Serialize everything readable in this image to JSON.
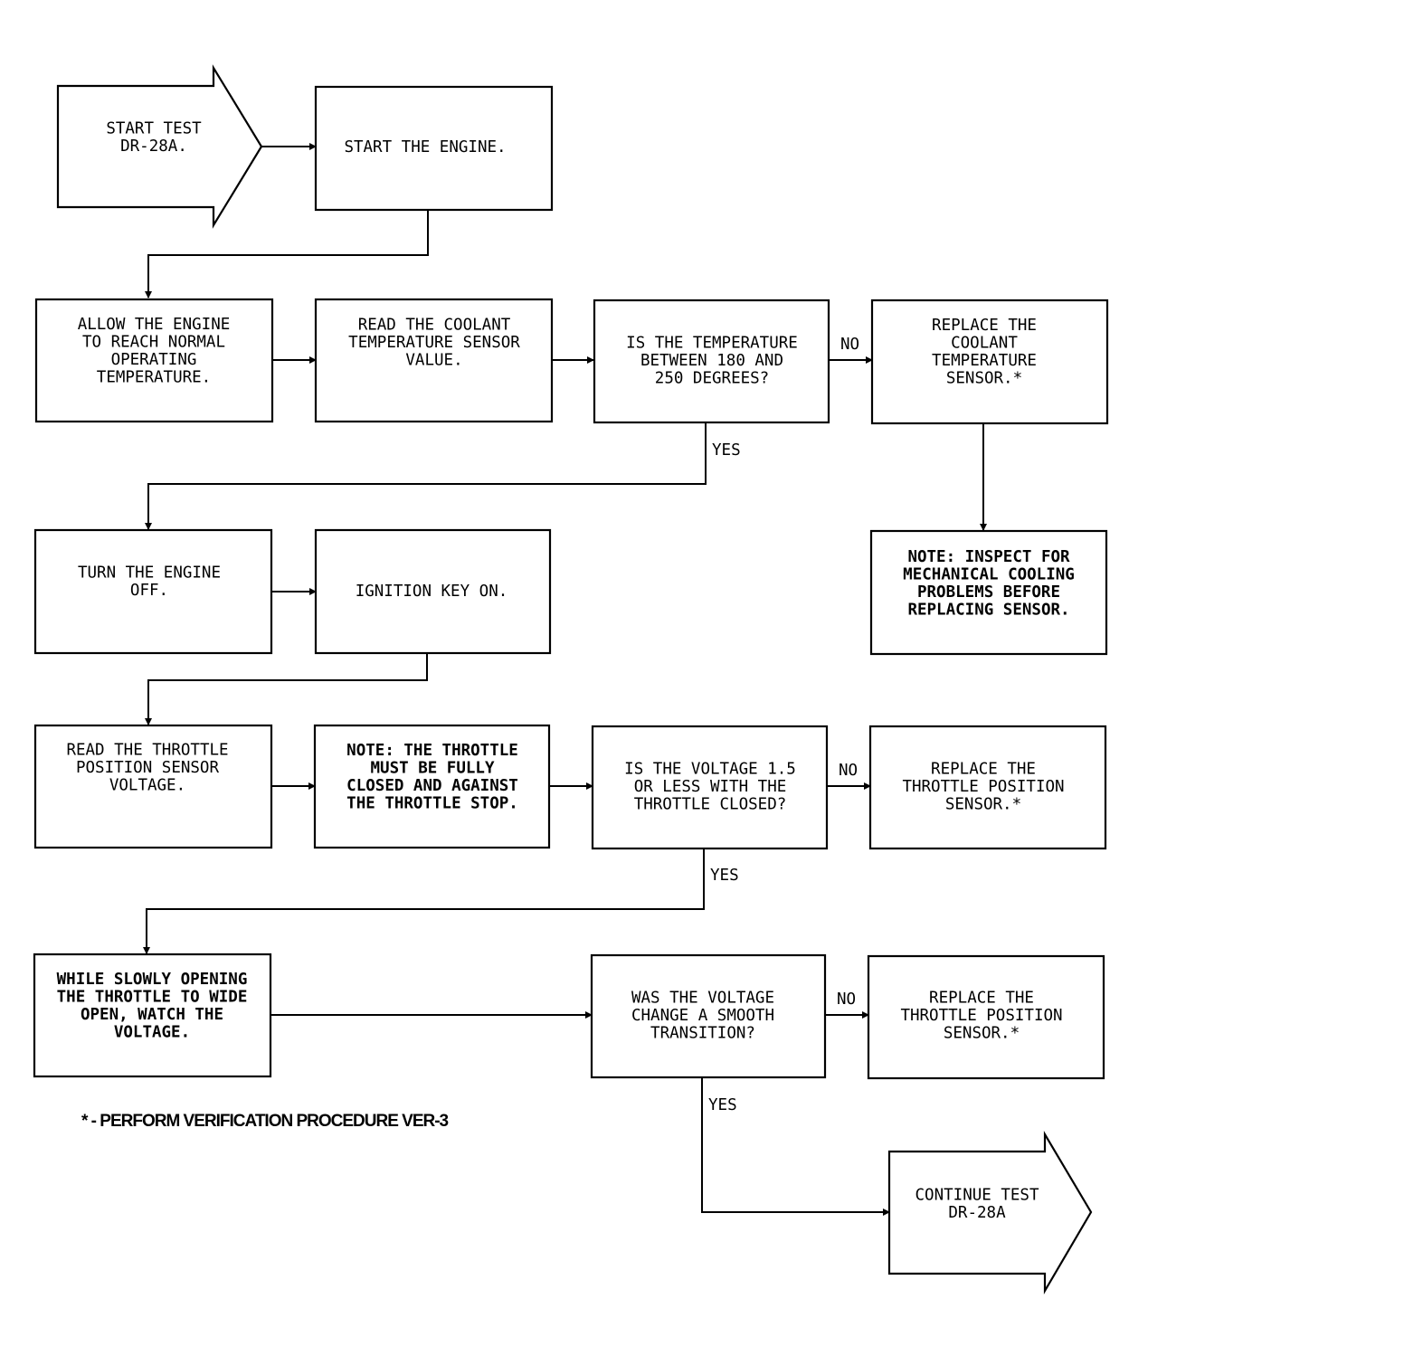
{
  "nodes": {
    "start": {
      "lines": [
        "START TEST",
        "DR-28A."
      ]
    },
    "start_engine": {
      "lines": [
        "START THE ENGINE."
      ]
    },
    "allow_engine": {
      "lines": [
        "ALLOW THE ENGINE",
        "TO REACH NORMAL",
        "OPERATING",
        "TEMPERATURE."
      ]
    },
    "read_coolant": {
      "lines": [
        "READ THE COOLANT",
        "TEMPERATURE SENSOR",
        "VALUE."
      ]
    },
    "is_temperature": {
      "lines": [
        "IS THE TEMPERATURE",
        "BETWEEN 180 AND",
        "250 DEGREES?"
      ]
    },
    "replace_coolant": {
      "lines": [
        "REPLACE THE",
        "COOLANT",
        "TEMPERATURE",
        "SENSOR.*"
      ]
    },
    "note_inspect": {
      "lines": [
        "NOTE: INSPECT FOR",
        "MECHANICAL COOLING",
        "PROBLEMS BEFORE",
        "REPLACING SENSOR."
      ]
    },
    "turn_engine_off": {
      "lines": [
        "TURN THE ENGINE",
        "OFF."
      ]
    },
    "ignition_key": {
      "lines": [
        "IGNITION KEY ON."
      ]
    },
    "read_throttle": {
      "lines": [
        "READ THE THROTTLE",
        "POSITION SENSOR",
        "VOLTAGE."
      ]
    },
    "note_throttle": {
      "lines": [
        "NOTE: THE THROTTLE",
        "MUST BE FULLY",
        "CLOSED AND AGAINST",
        "THE THROTTLE STOP."
      ]
    },
    "is_voltage": {
      "lines": [
        "IS THE VOLTAGE 1.5",
        "OR LESS WITH THE",
        "THROTTLE CLOSED?"
      ]
    },
    "replace_tps_1": {
      "lines": [
        "REPLACE THE",
        "THROTTLE POSITION",
        "SENSOR.*"
      ]
    },
    "while_opening": {
      "lines": [
        "WHILE SLOWLY OPENING",
        "THE THROTTLE TO WIDE",
        "OPEN, WATCH THE",
        "VOLTAGE."
      ]
    },
    "was_voltage": {
      "lines": [
        "WAS THE VOLTAGE",
        "CHANGE A SMOOTH",
        "TRANSITION?"
      ]
    },
    "replace_tps_2": {
      "lines": [
        "REPLACE THE",
        "THROTTLE POSITION",
        "SENSOR.*"
      ]
    },
    "continue": {
      "lines": [
        "CONTINUE TEST",
        "DR-28A"
      ]
    }
  },
  "labels": {
    "no_1": "NO",
    "yes_1": "YES",
    "no_2": "NO",
    "yes_2": "YES",
    "no_3": "NO",
    "yes_3": "YES"
  },
  "footnote": "* - PERFORM VERIFICATION PROCEDURE VER-3"
}
